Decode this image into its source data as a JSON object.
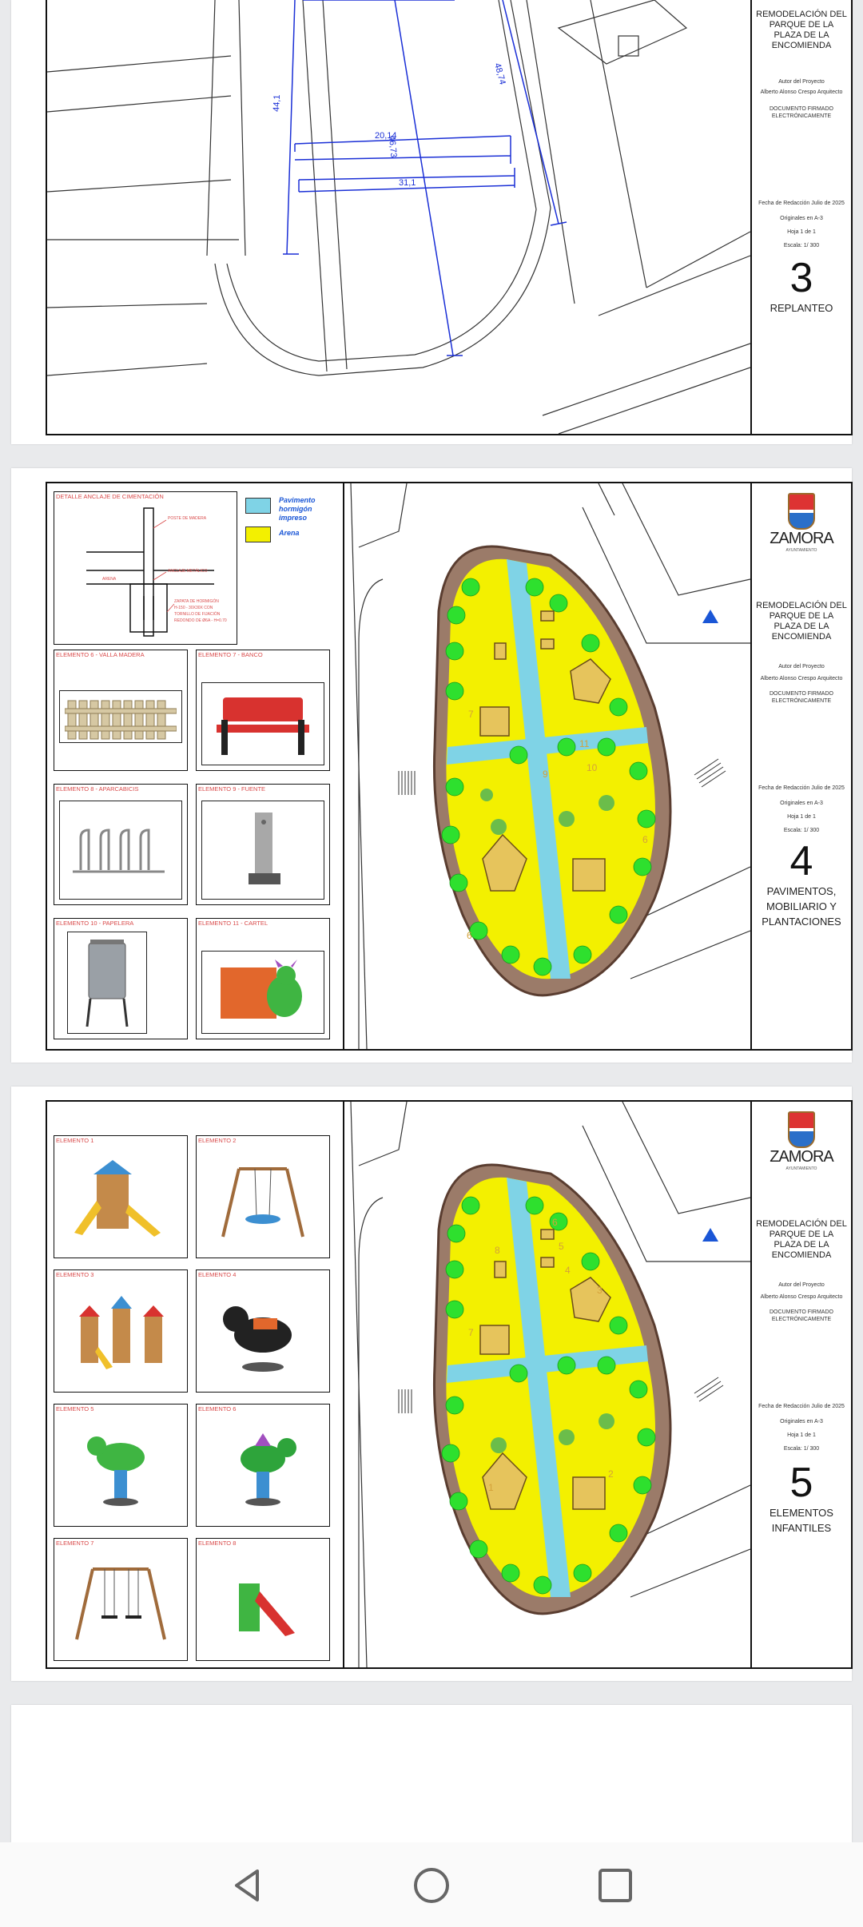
{
  "sheets": [
    {
      "title": "REMODELACIÓN DEL PARQUE DE LA PLAZA DE LA ENCOMIENDA",
      "author_label": "Autor del Proyecto",
      "author": "Alberto Alonso Crespo Arquitecto",
      "signed": "DOCUMENTO FIRMADO ELECTRÓNICAMENTE",
      "date_label": "Fecha de Redacción Julio de 2025",
      "originals": "Originales en A-3",
      "page": "Hoja 1 de 1",
      "scale": "Escala: 1/ 300",
      "number": "3",
      "name": "REPLANTEO",
      "dims": [
        "44,1",
        "46,73",
        "48,74",
        "20,14",
        "31,1"
      ]
    },
    {
      "logo": "ZAMORA",
      "logo_sub": "AYUNTAMIENTO",
      "title": "REMODELACIÓN DEL PARQUE DE LA PLAZA DE LA ENCOMIENDA",
      "author_label": "Autor del Proyecto",
      "author": "Alberto Alonso Crespo Arquitecto",
      "signed": "DOCUMENTO FIRMADO ELECTRÓNICAMENTE",
      "date_label": "Fecha de Redacción Julio de 2025",
      "originals": "Originales en A-3",
      "page": "Hoja 1 de 1",
      "scale": "Escala: 1/ 300",
      "number": "4",
      "name": "PAVIMENTOS, MOBILIARIO Y PLANTACIONES",
      "detail_title": "DETALLE ANCLAJE DE CIMENTACIÓN",
      "legend": [
        {
          "label": "Pavimento hormigón impreso",
          "color": "#7fd3e6"
        },
        {
          "label": "Arena",
          "color": "#f3f000"
        }
      ],
      "items": [
        "ELEMENTO 6 - VALLA MADERA",
        "ELEMENTO 7 - BANCO",
        "ELEMENTO 8 - APARCABICIS",
        "ELEMENTO 9 - FUENTE",
        "ELEMENTO 10 - PAPELERA",
        "ELEMENTO 11 - CARTEL"
      ]
    },
    {
      "logo": "ZAMORA",
      "logo_sub": "AYUNTAMIENTO",
      "title": "REMODELACIÓN DEL PARQUE DE LA PLAZA DE LA ENCOMIENDA",
      "author_label": "Autor del Proyecto",
      "author": "Alberto Alonso Crespo Arquitecto",
      "signed": "DOCUMENTO FIRMADO ELECTRÓNICAMENTE",
      "date_label": "Fecha de Redacción Julio de 2025",
      "originals": "Originales en A-3",
      "page": "Hoja 1 de 1",
      "scale": "Escala: 1/ 300",
      "number": "5",
      "name": "ELEMENTOS INFANTILES",
      "items": [
        "ELEMENTO 1",
        "ELEMENTO 2",
        "ELEMENTO 3",
        "ELEMENTO 4",
        "ELEMENTO 5",
        "ELEMENTO 6",
        "ELEMENTO 7",
        "ELEMENTO 8"
      ]
    }
  ],
  "navbar": {
    "back": "back-icon",
    "home": "home-icon",
    "recents": "recents-icon"
  },
  "colors": {
    "sand": "#f3f000",
    "paving": "#7fd3e6",
    "tree": "#2ee02e",
    "label_red": "#d94a4a",
    "dimension_blue": "#1a2fd6"
  }
}
